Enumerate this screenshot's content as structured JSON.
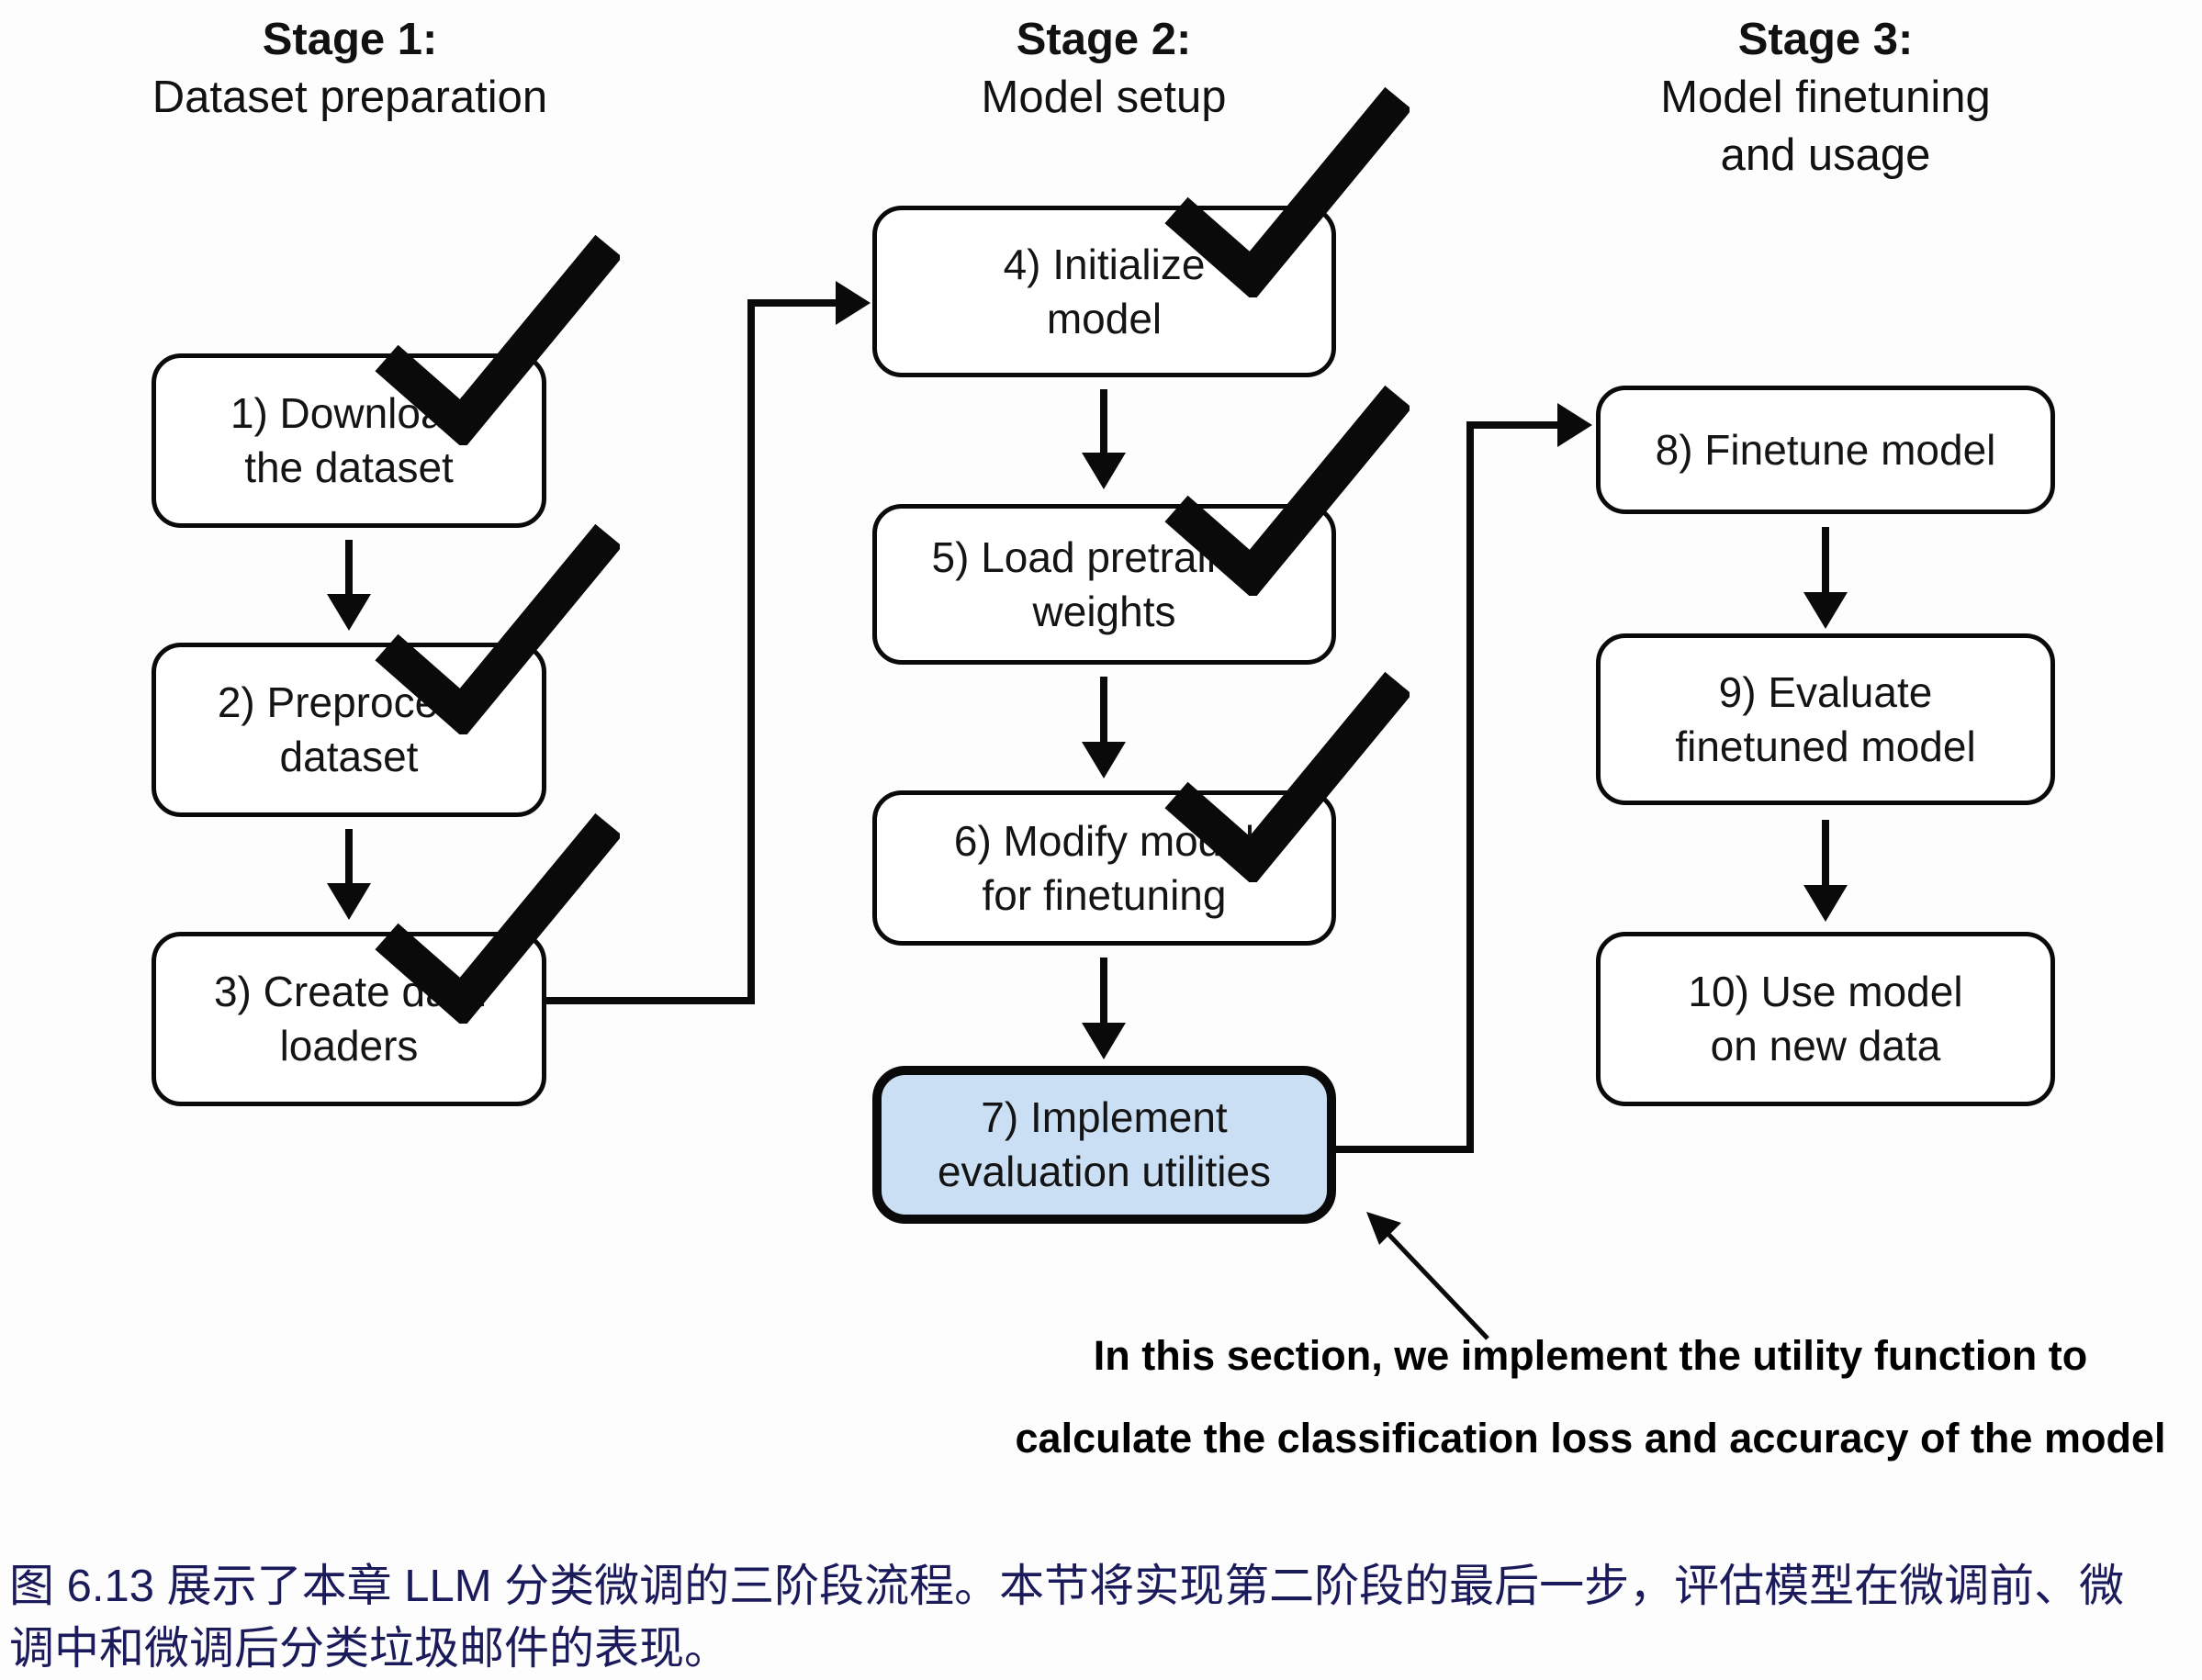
{
  "stages": [
    {
      "title": "Stage 1:",
      "subtitle1": "Dataset preparation",
      "subtitle2": ""
    },
    {
      "title": "Stage 2:",
      "subtitle1": "Model setup",
      "subtitle2": ""
    },
    {
      "title": "Stage 3:",
      "subtitle1": "Model finetuning",
      "subtitle2": "and usage"
    }
  ],
  "boxes": [
    {
      "lines": [
        "1) Download",
        "the dataset"
      ],
      "checked": true
    },
    {
      "lines": [
        "2) Preprocess",
        "dataset"
      ],
      "checked": true
    },
    {
      "lines": [
        "3) Create data",
        "loaders"
      ],
      "checked": true
    },
    {
      "lines": [
        "4) Initialize",
        "model"
      ],
      "checked": true
    },
    {
      "lines": [
        "5) Load pretrained",
        "weights"
      ],
      "checked": true
    },
    {
      "lines": [
        "6) Modify model",
        "for finetuning"
      ],
      "checked": true
    },
    {
      "lines": [
        "7) Implement",
        "evaluation utilities"
      ],
      "checked": false,
      "highlighted": true
    },
    {
      "lines": [
        "8) Finetune model"
      ],
      "checked": false
    },
    {
      "lines": [
        "9) Evaluate",
        "finetuned model"
      ],
      "checked": false
    },
    {
      "lines": [
        "10) Use model",
        "on new data"
      ],
      "checked": false
    }
  ],
  "annotation": {
    "line1": "In this section, we implement the utility function to",
    "line2": "calculate the classification loss and accuracy of the model"
  },
  "caption": {
    "line1": "图 6.13 展示了本章 LLM 分类微调的三阶段流程。本节将实现第二阶段的最后一步，评估模型在微调前、微",
    "line2": "调中和微调后分类垃圾邮件的表现。",
    "color": "#1b1b5c"
  },
  "icons": {
    "checkmark-icon": "✓",
    "arrow-down-icon": "↓",
    "arrow-right-icon": "→",
    "annotation-arrow-icon": "↖"
  },
  "colors": {
    "box_border": "#0a0a0a",
    "highlight_fill": "#cbdff4",
    "arrow": "#0a0a0a",
    "background": "#fdfdfd"
  }
}
